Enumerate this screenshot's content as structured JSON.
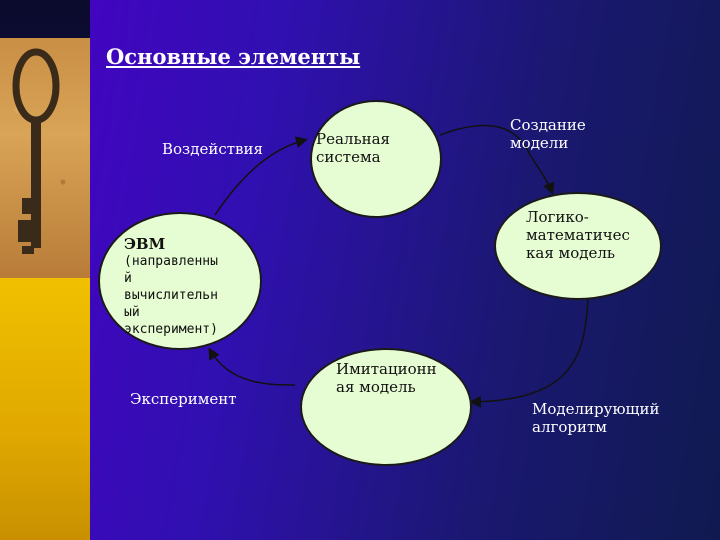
{
  "slide": {
    "title": "Основные элементы"
  },
  "nodes": {
    "real_system": [
      "Реальная",
      "система"
    ],
    "logic_math_model": [
      "Логико-",
      "математичес",
      "кая модель"
    ],
    "simulation_model": [
      "Имитационн",
      "ая модель"
    ],
    "evm": {
      "heading": "ЭВМ",
      "lines": [
        "(направленны",
        "й",
        "вычислительн",
        "ый",
        "эксперимент)"
      ]
    }
  },
  "labels": {
    "impacts": "Воздействия",
    "model_creation": [
      "Создание",
      "модели"
    ],
    "modeling_algorithm": [
      "Моделирующий",
      "алгоритм"
    ],
    "experiment": "Эксперимент"
  },
  "colors": {
    "node_fill": "#e6fcd2",
    "accent_gold": "#f0c000",
    "background_purple": "#4a00c8"
  },
  "icons": {
    "decoration": "old-key-icon"
  }
}
